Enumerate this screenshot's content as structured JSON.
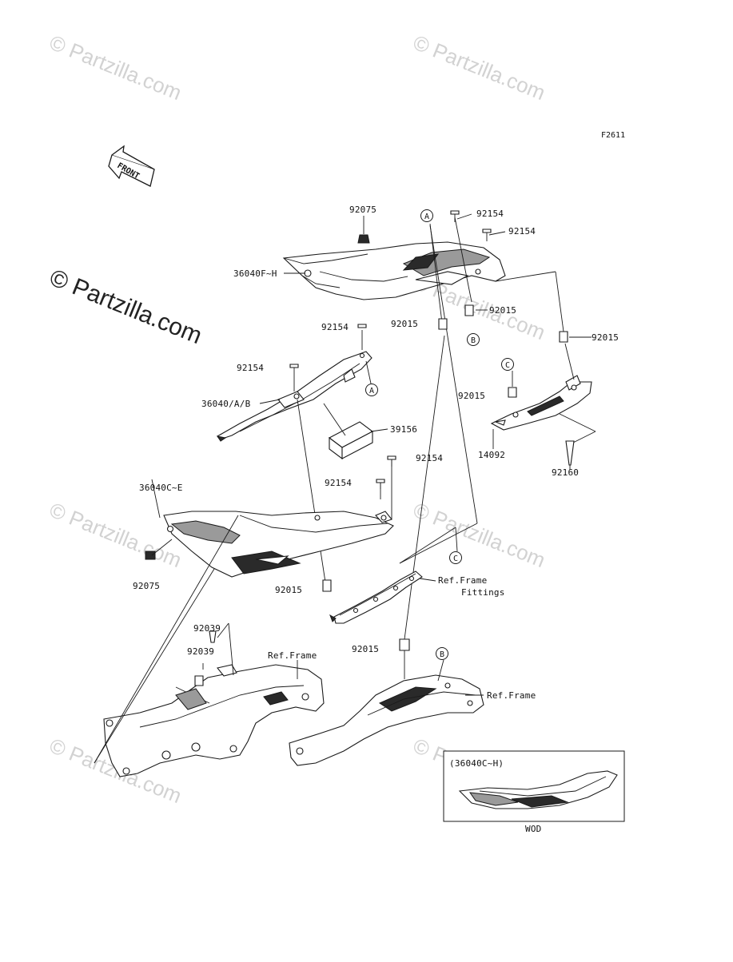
{
  "figure_code": "F2611",
  "front_arrow_label": "FRONT",
  "watermark": {
    "small": "© Partzilla.com",
    "main": "© Partzilla.com"
  },
  "callouts": {
    "a": "A",
    "b": "B",
    "c": "C"
  },
  "labels": {
    "p92075_top": "92075",
    "p92154_top1": "92154",
    "p92154_top2": "92154",
    "p36040fh": "36040F~H",
    "p92015_topmid": "92015",
    "p92015_topright1": "92015",
    "p92015_topright2": "92015",
    "p92154_mid1": "92154",
    "p92154_mid2": "92154",
    "p36040ab": "36040/A/B",
    "p39156": "39156",
    "p92015_right": "92015",
    "p14092": "14092",
    "p92160": "92160",
    "p92154_low1": "92154",
    "p92154_low2": "92154",
    "p36040ce": "36040C~E",
    "p92075_low": "92075",
    "p92015_low": "92015",
    "ref_frame_fittings_1": "Ref.Frame",
    "ref_frame_fittings_2": "Fittings",
    "p92039_1": "92039",
    "p92039_2": "92039",
    "p92015_bottom": "92015",
    "ref_frame_left": "Ref.Frame",
    "ref_frame_right": "Ref.Frame"
  },
  "inset": {
    "title": "(36040C~H)",
    "caption": "WOD"
  }
}
